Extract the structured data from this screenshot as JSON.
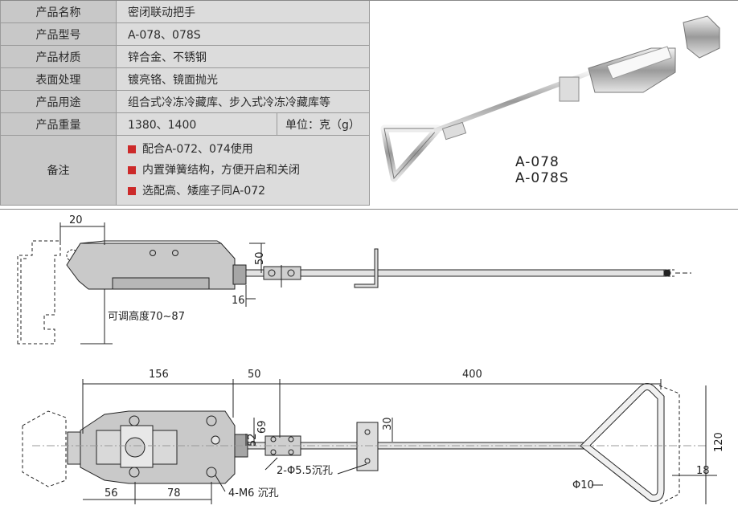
{
  "spec_table": {
    "rows": [
      {
        "label": "产品名称",
        "value": "密闭联动把手"
      },
      {
        "label": "产品型号",
        "value": "A-078、078S"
      },
      {
        "label": "产品材质",
        "value": "锌合金、不锈钢"
      },
      {
        "label": "表面处理",
        "value": "镀亮铬、镜面抛光"
      },
      {
        "label": "产品用途",
        "value": "组合式冷冻冷藏库、步入式冷冻冷藏库等"
      },
      {
        "label": "产品重量",
        "value": "1380、1400",
        "unit": "单位：克（g）"
      }
    ],
    "notes_label": "备注",
    "notes": [
      "配合A-072、074使用",
      "内置弹簧结构，方便开启和关闭",
      "选配高、矮座子同A-072"
    ]
  },
  "models": [
    "A-078",
    "A-078S"
  ],
  "drawing_side": {
    "dim_20": "20",
    "dim_50": "50",
    "dim_16": "16",
    "adjust_label": "可调高度70~87"
  },
  "drawing_top": {
    "dim_156": "156",
    "dim_50": "50",
    "dim_400": "400",
    "dim_69": "69",
    "dim_52": "52",
    "dim_30": "30",
    "dim_120": "120",
    "dim_18": "18",
    "dim_56": "56",
    "dim_78": "78",
    "hole_label": "2-Φ5.5沉孔",
    "rod_label": "Φ10",
    "screw_label": "4-M6 沉孔"
  },
  "colors": {
    "header_cell": "#c8c8c8",
    "value_cell": "#dcdcdc",
    "bullet": "#cc2a2a",
    "line": "#222222"
  }
}
